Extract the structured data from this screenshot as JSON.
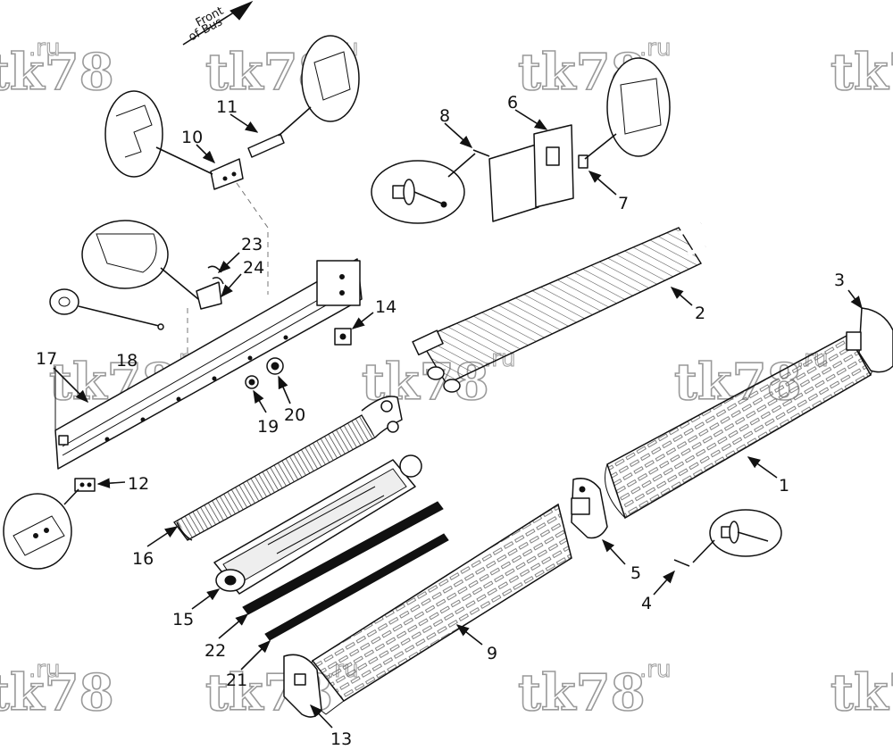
{
  "diagram": {
    "orientation_label_line1": "Front",
    "orientation_label_line2": "of Bus",
    "watermark_text": "tk78",
    "watermark_suffix": ".ru",
    "callouts": {
      "c1": "1",
      "c2": "2",
      "c3": "3",
      "c4": "4",
      "c5": "5",
      "c6": "6",
      "c7": "7",
      "c8": "8",
      "c9": "9",
      "c10": "10",
      "c11": "11",
      "c12": "12",
      "c13": "13",
      "c14": "14",
      "c15": "15",
      "c16": "16",
      "c17": "17",
      "c18": "18",
      "c19": "19",
      "c20": "20",
      "c21": "21",
      "c22": "22",
      "c23": "23",
      "c24": "24"
    }
  }
}
